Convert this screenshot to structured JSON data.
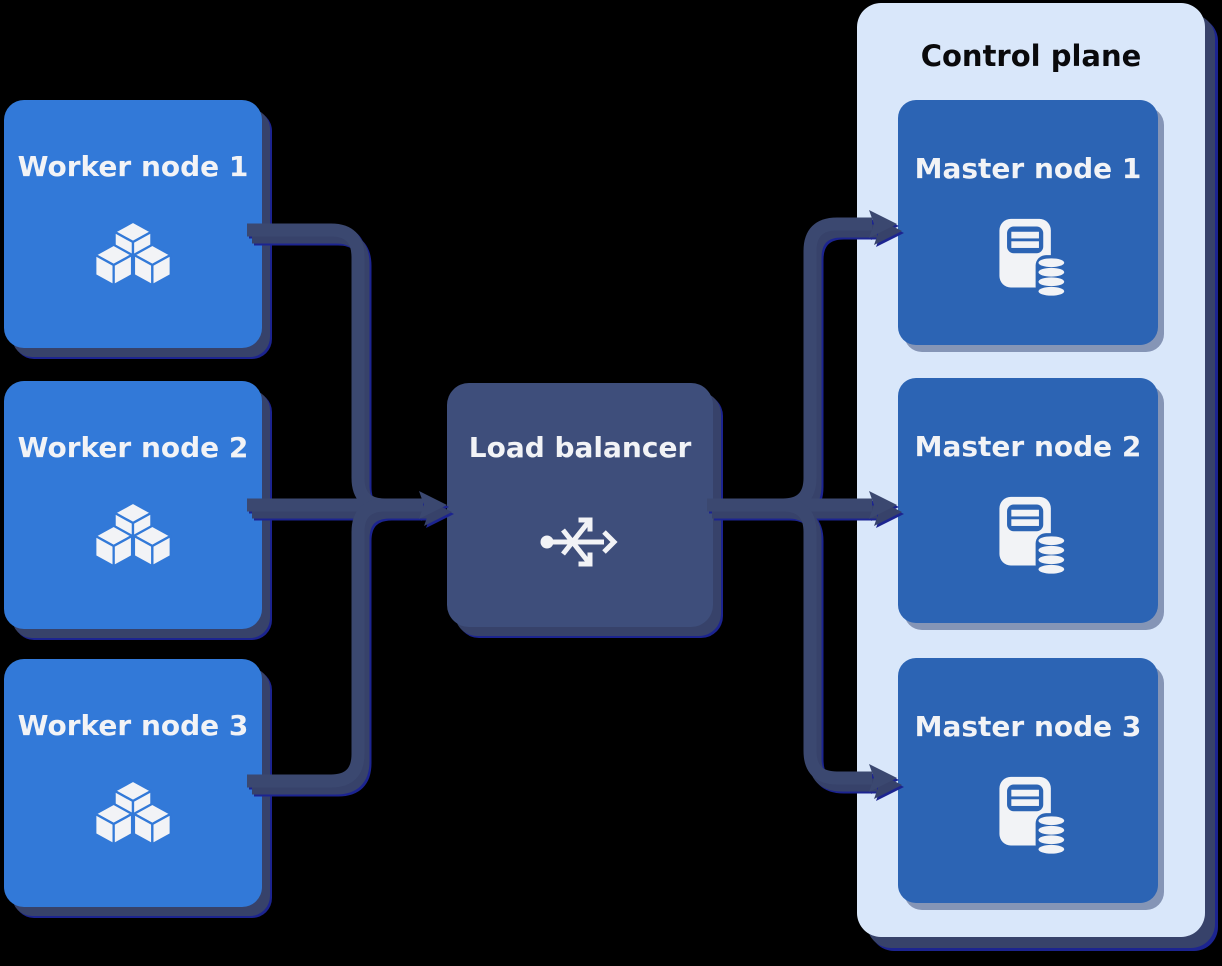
{
  "workers": [
    {
      "label": "Worker node 1",
      "icon": "cubes-icon"
    },
    {
      "label": "Worker node 2",
      "icon": "cubes-icon"
    },
    {
      "label": "Worker node 3",
      "icon": "cubes-icon"
    }
  ],
  "load_balancer": {
    "label": "Load balancer",
    "icon": "load-balancer-icon"
  },
  "control_plane": {
    "title": "Control plane",
    "masters": [
      {
        "label": "Master node 1",
        "icon": "server-database-icon"
      },
      {
        "label": "Master node 2",
        "icon": "server-database-icon"
      },
      {
        "label": "Master node 3",
        "icon": "server-database-icon"
      }
    ]
  },
  "colors": {
    "background": "#000000",
    "worker_fill": "#3279d8",
    "master_fill": "#2c64b4",
    "load_balancer_fill": "#3e4e7b",
    "control_plane_fill": "#d9e7fa",
    "connector": "#3b4870",
    "shadow": "#37426a",
    "shadow_fringe": "#1c2490",
    "icon_white": "#f2f3f6",
    "label_text": "#f2f3f6",
    "title_text": "#0a0a0c"
  }
}
